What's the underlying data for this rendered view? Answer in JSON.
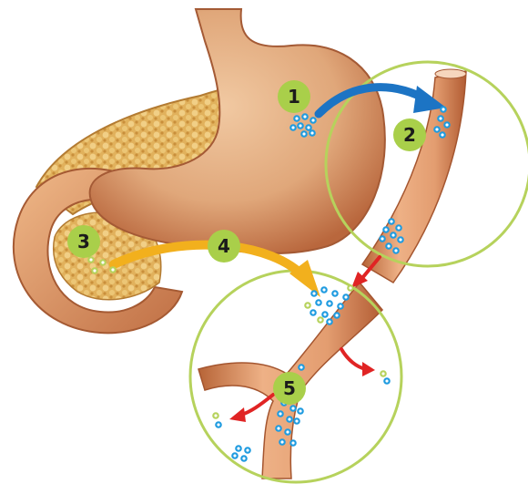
{
  "steps": [
    {
      "id": "1",
      "label": "1"
    },
    {
      "id": "2",
      "label": "2"
    },
    {
      "id": "3",
      "label": "3"
    },
    {
      "id": "4",
      "label": "4"
    },
    {
      "id": "5",
      "label": "5"
    }
  ],
  "colors": {
    "badge": "#a9cf4a",
    "zoom_circle": "#b6d25c",
    "stomach": "#d99a6b",
    "pancreas": "#e0b763",
    "vessel": "#d7865a",
    "blue_particle": "#1e9be0",
    "green_particle": "#b6d25c",
    "arrow_blue": "#1c74c4",
    "arrow_yellow": "#f2b01d",
    "arrow_red": "#e02424"
  },
  "icons": [
    "blue-particle-icon",
    "green-particle-icon",
    "blue-arrow-icon",
    "yellow-arrow-icon",
    "red-arrow-icon"
  ]
}
